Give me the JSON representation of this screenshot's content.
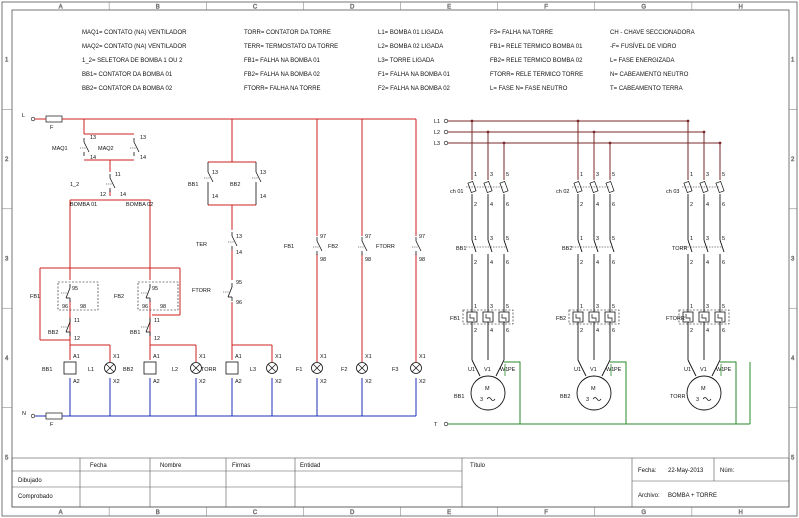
{
  "zones": {
    "cols": [
      "A",
      "B",
      "C",
      "D",
      "E",
      "F",
      "G",
      "H"
    ],
    "rows": [
      "1",
      "2",
      "3",
      "4",
      "5"
    ]
  },
  "legend": [
    [
      "MAQ1= CONTATO (NA) VENTILADOR",
      "TORR= CONTATOR DA TORRE",
      "L1= BOMBA 01 LIGADA",
      "F3= FALHA NA TORRE",
      "CH - CHAVE SECCIONADORA"
    ],
    [
      "MAQ2= CONTATO (NA) VENTILADOR",
      "TERR= TERMOSTATO DA TORRE",
      "L2= BOMBA 02 LIGADA",
      "FB1= RELE TERMICO BOMBA 01",
      "-F= FUSÍVEL DE VIDRO"
    ],
    [
      "1_2= SELETORA DE BOMBA 1 OU 2",
      "FB1= FALHA NA BOMBA 01",
      "L3= TORRE LIGADA",
      "FB2= RELE TERMICO BOMBA 02",
      "L= FASE ENERGIZADA"
    ],
    [
      "BB1= CONTATOR DA BOMBA 01",
      "FB2= FALHA NA BOMBA 02",
      "F1= FALHA NA BOMBA 01",
      "FTORR= RELE TERMICO TORRE",
      "N= CABEAMENTO NEUTRO"
    ],
    [
      "BB2= CONTATOR DA BOMBA 02",
      "FTORR= FALHA NA TORRE",
      "F2= FALHA NA BOMBA 02",
      "L= FASE      N= FASE NEUTRO",
      "T= CABEAMENTO TERRA"
    ]
  ],
  "control": {
    "L": "L",
    "N": "N",
    "fuse": "F",
    "maq1": "MAQ1",
    "maq2": "MAQ2",
    "sel": "1_2",
    "bomba01": "BOMBA 01",
    "bomba02": "BOMBA 02",
    "fb1": "FB1",
    "fb2": "FB2",
    "bb1": "BB1",
    "bb2": "BB2",
    "ter": "TER",
    "ftorr": "FTORR",
    "torr": "TORR",
    "l1": "L1",
    "l2": "L2",
    "l3": "L3",
    "f1": "F1",
    "f2": "F2",
    "f3": "F3",
    "fb1b": "FB1",
    "fb2b": "FB2",
    "ftorrb": "FTORR",
    "t13": "13",
    "t14": "14",
    "t11": "11",
    "t12": "12",
    "t95": "95",
    "t96": "96",
    "t98": "98",
    "t97": "97",
    "a1": "A1",
    "a2": "A2",
    "x1": "X1",
    "x2": "X2"
  },
  "power": {
    "L1": "L1",
    "L2": "L2",
    "L3": "L3",
    "T": "T",
    "motors": [
      {
        "ch": "ch 01",
        "k": "BB1",
        "f": "FB1",
        "m": "BB1"
      },
      {
        "ch": "ch 02",
        "k": "BB2",
        "f": "FB2",
        "m": "BB2"
      },
      {
        "ch": "ch 03",
        "k": "TORR",
        "f": "FTORR",
        "m": "TORR"
      }
    ],
    "t1": "1",
    "t2": "2",
    "t3": "3",
    "t4": "4",
    "t5": "5",
    "t6": "6",
    "u1": "U1",
    "v1": "V1",
    "w1": "W1",
    "pe": "PE",
    "m": "M",
    "n3": "3"
  },
  "title_block": {
    "fecha_h": "Fecha",
    "nombre_h": "Nombre",
    "firmas_h": "Firmas",
    "entidad_h": "Entidad",
    "titulo_h": "Título",
    "dibujado": "Dibujado",
    "comprobado": "Comprobado",
    "fecha_l": "Fecha:",
    "fecha_v": "22-May-2013",
    "num_l": "Núm:",
    "archivo_l": "Archivo:",
    "archivo_v": "BOMBA + TORRE"
  }
}
